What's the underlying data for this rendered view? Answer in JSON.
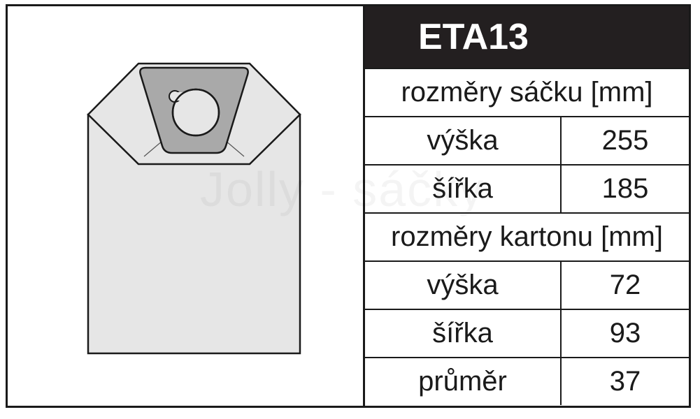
{
  "title": "ETA13",
  "watermark": "Jolly - sáčky",
  "bag_section": {
    "header": "rozměry sáčku [mm]",
    "rows": [
      {
        "label": "výška",
        "value": "255"
      },
      {
        "label": "šířka",
        "value": "185"
      }
    ]
  },
  "carton_section": {
    "header": "rozměry kartonu [mm]",
    "rows": [
      {
        "label": "výška",
        "value": "72"
      },
      {
        "label": "šířka",
        "value": "93"
      },
      {
        "label": "průměr",
        "value": "37"
      }
    ]
  },
  "colors": {
    "bag_fill": "#e6e6e6",
    "collar_fill": "#a9a9a9",
    "title_bg": "#231f20",
    "line": "#1a1a1a"
  }
}
